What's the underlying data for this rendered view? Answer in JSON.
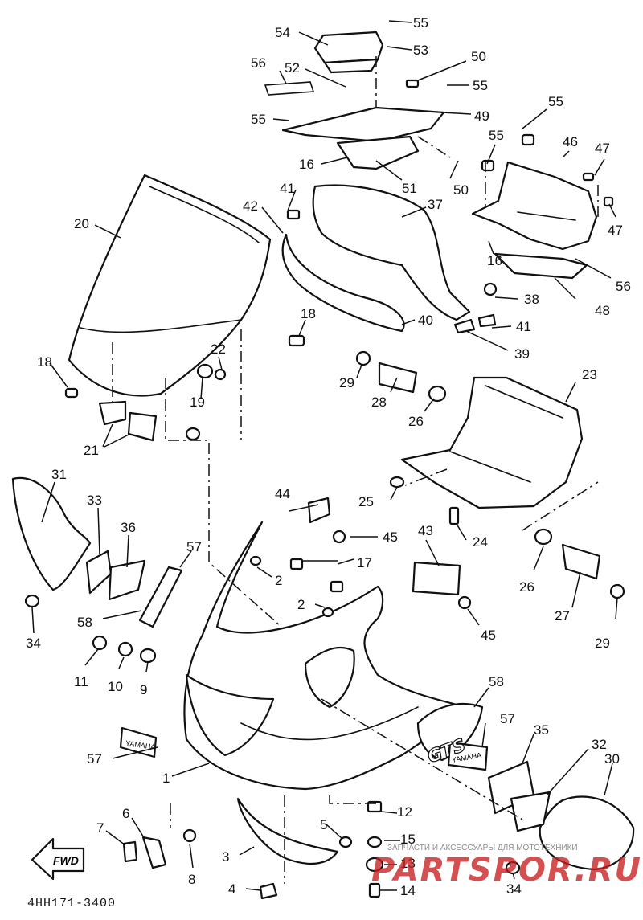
{
  "diagram": {
    "code": "4HH171-3400",
    "watermark": {
      "tagline": "ЗАПЧАСТИ И АКСЕССУАРЫ ДЛЯ МОТОТЕХНИКИ",
      "brand": "PARTSPOR.RU"
    },
    "fwd_label": "FWD",
    "decal_texts": [
      "YAMAHA",
      "YAMAHA",
      "GTS"
    ],
    "callouts": [
      "1",
      "2",
      "2",
      "3",
      "4",
      "5",
      "6",
      "7",
      "8",
      "9",
      "10",
      "11",
      "12",
      "13",
      "14",
      "15",
      "16",
      "16",
      "17",
      "18",
      "18",
      "19",
      "20",
      "21",
      "22",
      "23",
      "24",
      "25",
      "26",
      "26",
      "27",
      "28",
      "29",
      "29",
      "30",
      "31",
      "32",
      "33",
      "34",
      "34",
      "35",
      "36",
      "37",
      "38",
      "39",
      "40",
      "41",
      "41",
      "42",
      "43",
      "44",
      "45",
      "45",
      "46",
      "47",
      "47",
      "48",
      "49",
      "50",
      "50",
      "51",
      "52",
      "53",
      "54",
      "55",
      "55",
      "55",
      "55",
      "55",
      "56",
      "56",
      "57",
      "57",
      "57",
      "58",
      "58"
    ]
  },
  "colors": {
    "line": "#111111",
    "watermark": "#c81e1e"
  }
}
